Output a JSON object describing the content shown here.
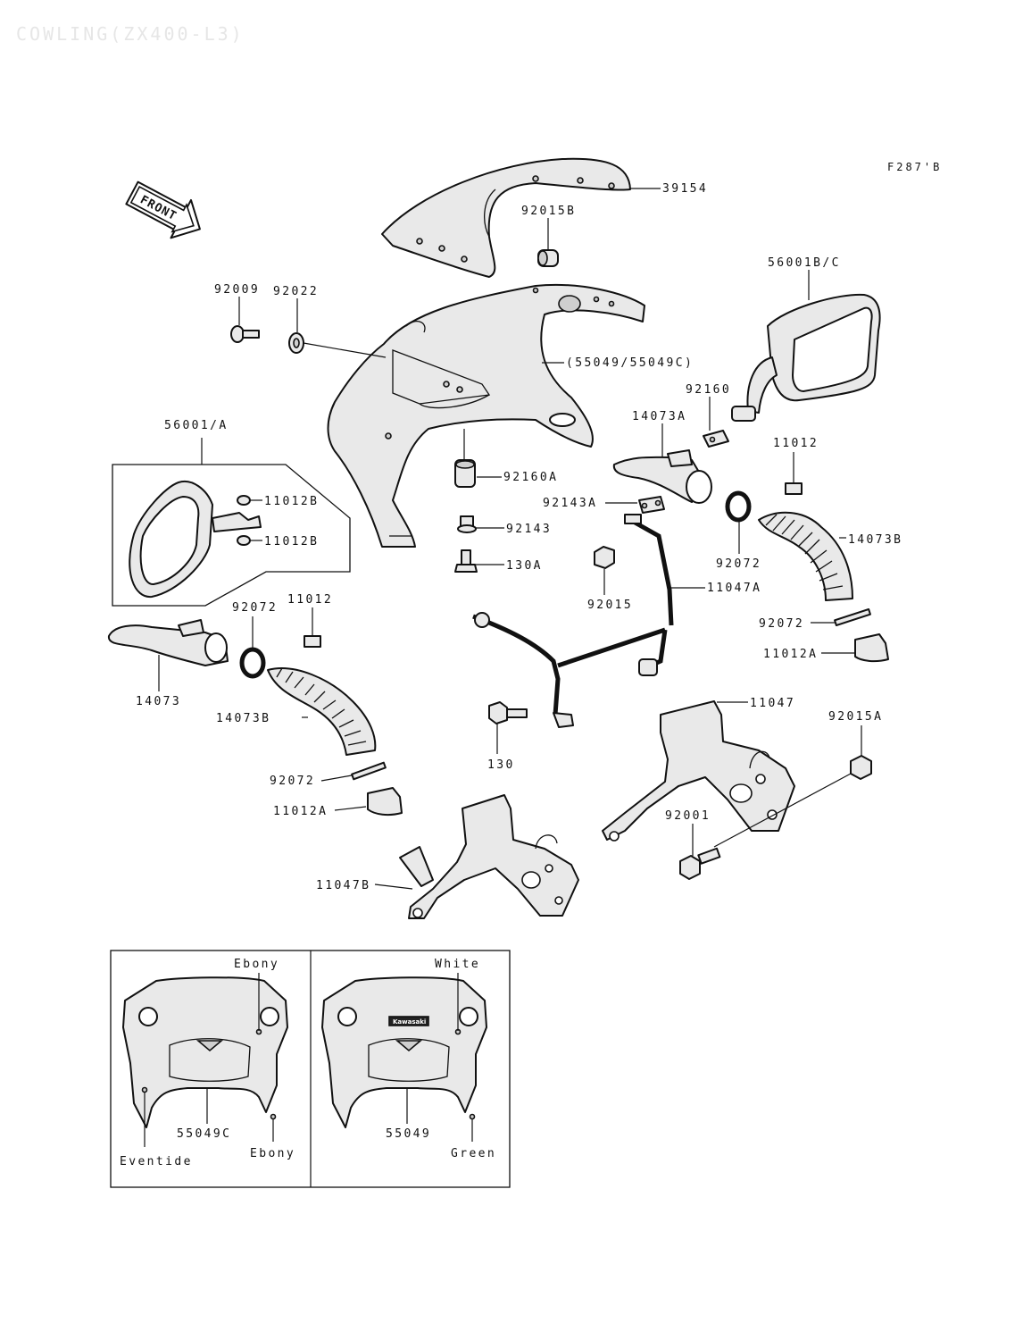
{
  "header": {
    "title": "COWLING(ZX400-L3)",
    "fig_ref": "F287'B"
  },
  "front_arrow": {
    "label": "FRONT"
  },
  "parts": {
    "p39154": "39154",
    "p92015B": "92015B",
    "p56001BC": "56001B/C",
    "p92009": "92009",
    "p92022": "92022",
    "p55049": "(55049/55049C)",
    "p92160": "92160",
    "p14073A": "14073A",
    "p11012_r": "11012",
    "p56001A": "56001/A",
    "p11012B_1": "11012B",
    "p11012B_2": "11012B",
    "p92160A": "92160A",
    "p92143A": "92143A",
    "p92143": "92143",
    "p130A": "130A",
    "p92015": "92015",
    "p11047A": "11047A",
    "p92072_r1": "92072",
    "p14073B_r": "14073B",
    "p92072_r2": "92072",
    "p11012A_r": "11012A",
    "p92072_l1": "92072",
    "p11012_l": "11012",
    "p14073": "14073",
    "p14073B_l": "14073B",
    "p130": "130",
    "p11047": "11047",
    "p92015A": "92015A",
    "p92072_l2": "92072",
    "p11012A_l": "11012A",
    "p92001": "92001",
    "p11047B": "11047B"
  },
  "color_variants": {
    "left": {
      "top": "Ebony",
      "part": "55049C",
      "bottom_left": "Eventide",
      "bottom_right": "Ebony"
    },
    "right": {
      "top": "White",
      "part": "55049",
      "bottom_right": "Green",
      "emblem": "Kawasaki"
    }
  }
}
